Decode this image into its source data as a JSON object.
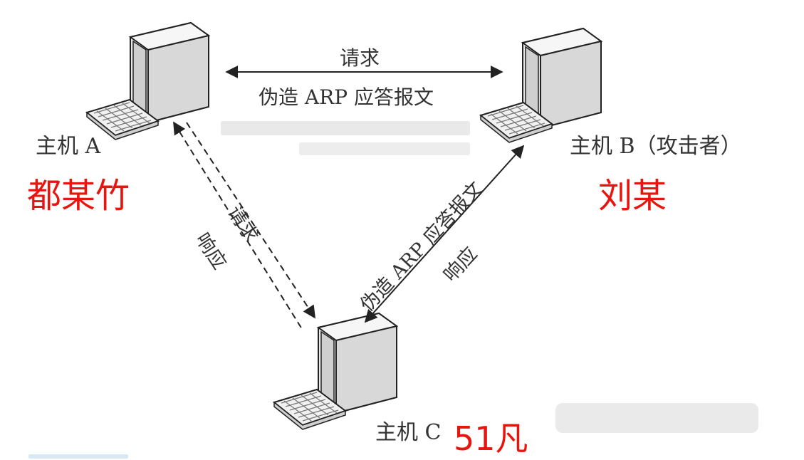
{
  "hosts": {
    "a": {
      "label": "主机 A",
      "owner": "都某竹"
    },
    "b": {
      "label": "主机 B（攻击者）",
      "owner": "刘某"
    },
    "c": {
      "label": "主机 C",
      "owner": "51凡"
    }
  },
  "edges": {
    "ab_top": "请求",
    "ab_bottom": "伪造 ARP 应答报文",
    "ac_request": "请求",
    "ac_response": "响应",
    "bc_forged": "伪造 ARP 应答报文",
    "bc_response": "响应"
  },
  "colors": {
    "owner": "#e8150e",
    "text": "#333333",
    "arrow": "#222222"
  }
}
